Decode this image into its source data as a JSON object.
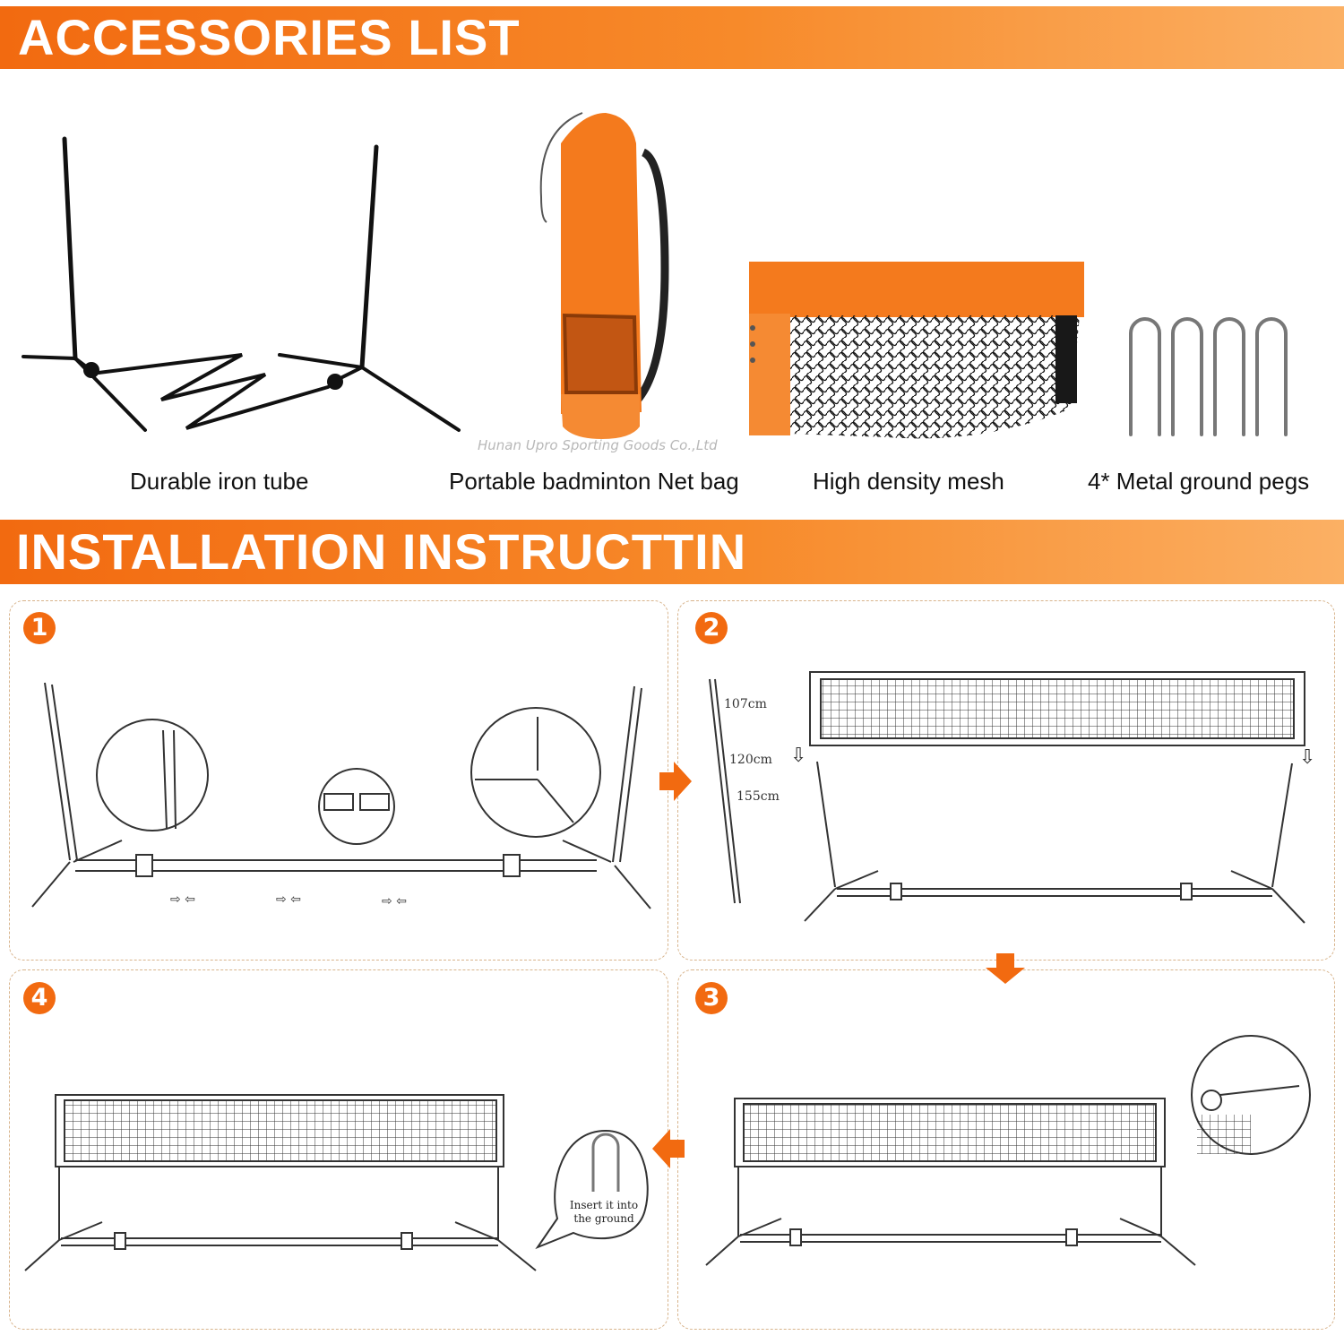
{
  "accessories": {
    "title": "ACCESSORIES LIST",
    "items": [
      {
        "label": "Durable iron tube"
      },
      {
        "label": "Portable badminton Net bag"
      },
      {
        "label": "High density mesh"
      },
      {
        "label": "4* Metal ground pegs"
      }
    ],
    "watermark": "Hunan Upro Sporting Goods Co.,Ltd"
  },
  "installation": {
    "title": "INSTALLATION INSTRUCTTIN",
    "steps": [
      {
        "number": "1"
      },
      {
        "number": "2",
        "measurements": [
          "107cm",
          "120cm",
          "155cm"
        ]
      },
      {
        "number": "3"
      },
      {
        "number": "4",
        "note": "Insert it into the ground"
      }
    ]
  },
  "colors": {
    "accent": "#f26a10",
    "panel_border": "#d8b48c",
    "line_art": "#333333"
  }
}
